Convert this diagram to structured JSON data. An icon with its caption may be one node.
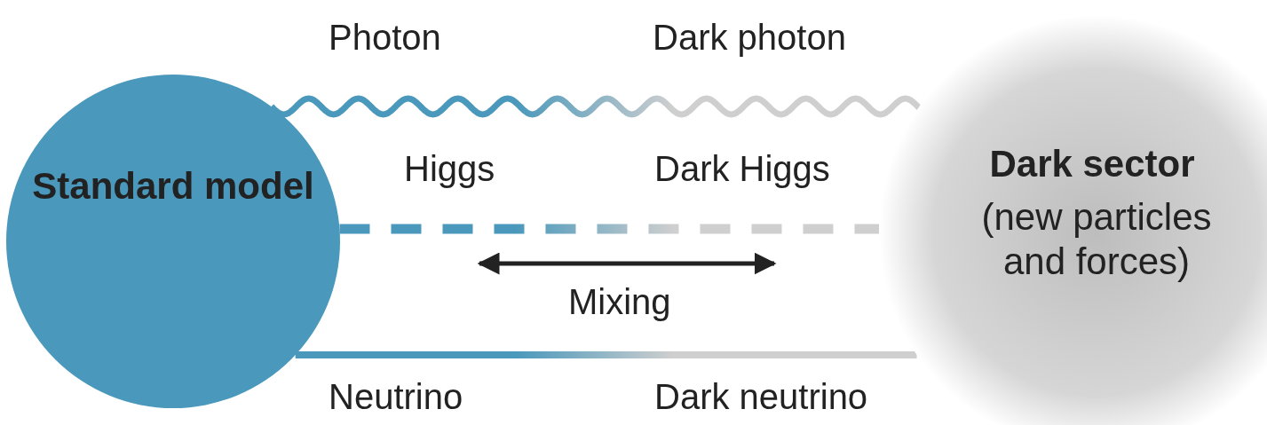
{
  "diagram": {
    "nodes": [
      {
        "text": [
          "Standard model"
        ]
      },
      {
        "text": [
          "Dark sector",
          "(new particles and forces)"
        ]
      }
    ],
    "edges": [
      {
        "from": 0,
        "to": 1,
        "arrow": "none"
      },
      {
        "from": 0,
        "to": 1,
        "arrow": "none",
        "style": "dashed"
      },
      {
        "from": 0,
        "to": 1,
        "arrow": "none"
      }
    ],
    "labels": [
      "Photon",
      "Dark photon",
      "Higgs",
      "Dark Higgs",
      "Mixing",
      "Neutrino",
      "Dark neutrino"
    ]
  }
}
